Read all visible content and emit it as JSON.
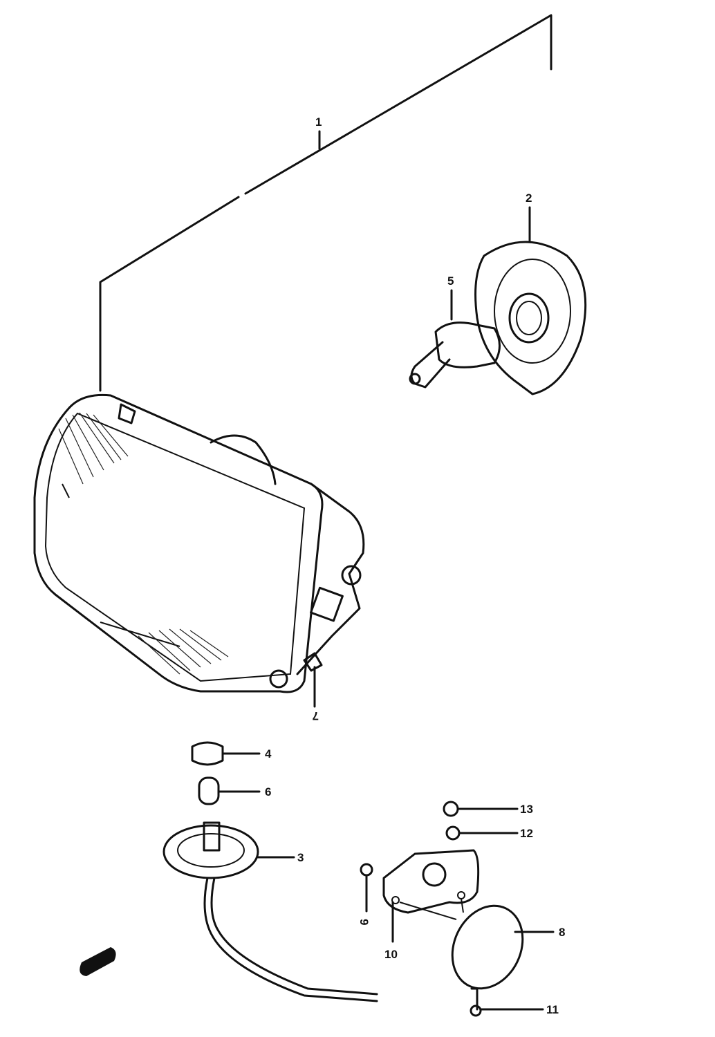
{
  "diagram": {
    "title": "Headlamp assembly exploded parts diagram",
    "parts": [
      {
        "ref": "1"
      },
      {
        "ref": "2"
      },
      {
        "ref": "3"
      },
      {
        "ref": "4"
      },
      {
        "ref": "5"
      },
      {
        "ref": "6"
      },
      {
        "ref": "7"
      },
      {
        "ref": "8"
      },
      {
        "ref": "9"
      },
      {
        "ref": "10"
      },
      {
        "ref": "11"
      },
      {
        "ref": "12"
      },
      {
        "ref": "13"
      }
    ]
  },
  "colors": {
    "ink": "#111111",
    "background": "#ffffff"
  }
}
